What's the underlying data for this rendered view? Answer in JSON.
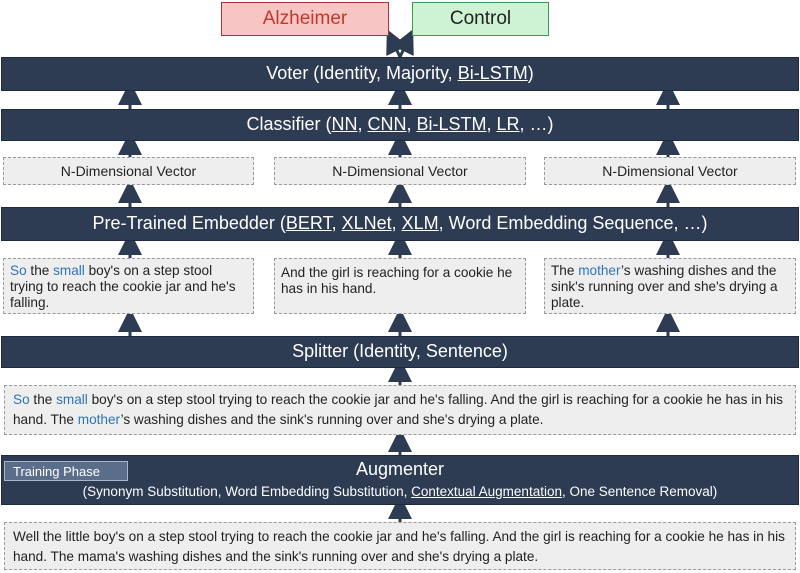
{
  "outputs": {
    "alzheimer": "Alzheimer",
    "control": "Control"
  },
  "voter": {
    "prefix": "Voter (Identity, Majority, ",
    "bilstm": "Bi-LSTM",
    "suffix": ")"
  },
  "classifier": {
    "prefix": "Classifier (",
    "nn": "NN",
    "sep1": ", ",
    "cnn": "CNN",
    "sep2": ", ",
    "bilstm": "Bi-LSTM",
    "sep3": ", ",
    "lr": "LR",
    "suffix": ", …)"
  },
  "vectors": [
    "N-Dimensional Vector",
    "N-Dimensional Vector",
    "N-Dimensional Vector"
  ],
  "embedder": {
    "prefix": "Pre-Trained Embedder (",
    "bert": "BERT",
    "sep1": ", ",
    "xlnet": "XLNet",
    "sep2": ", ",
    "xlm": "XLM",
    "suffix": ", Word Embedding Sequence, …)"
  },
  "sentences": [
    {
      "hl1": "So",
      "t1": " the ",
      "hl2": "small",
      "t2": " boy's on a step stool trying to reach the cookie jar and he's falling."
    },
    {
      "text": "And the girl is reaching for a cookie he has in his hand."
    },
    {
      "t0": "The ",
      "hl1": "mother",
      "t1": "’s washing dishes and the sink's running over and she's drying a plate."
    }
  ],
  "splitter": "Splitter (Identity, Sentence)",
  "augmented_text": {
    "hl1": "So",
    "t1": " the ",
    "hl2": "small",
    "t2": " boy's on a step stool trying to reach the cookie jar and he's falling. And the girl is reaching for a cookie he has in his hand. The ",
    "hl3": "mother",
    "t3": "’s washing dishes and the sink's running over and she's drying a plate."
  },
  "augmenter": {
    "badge": "Training Phase",
    "title": "Augmenter",
    "sub_prefix": "(Synonym Substitution, Word Embedding Substitution, ",
    "sub_underlined": "Contextual Augmentation",
    "sub_suffix": ", One Sentence Removal)"
  },
  "input_text": "Well the little boy's on a step stool trying to reach the cookie jar and he's falling. And the girl is reaching for a cookie he has in his hand. The mama's washing dishes and the sink's running over and she's drying a plate.",
  "colors": {
    "bar": "#2d3b53",
    "highlight": "#2f74b5",
    "alzheimer_fill": "#f7c5c3",
    "control_fill": "#cdf2d4"
  }
}
